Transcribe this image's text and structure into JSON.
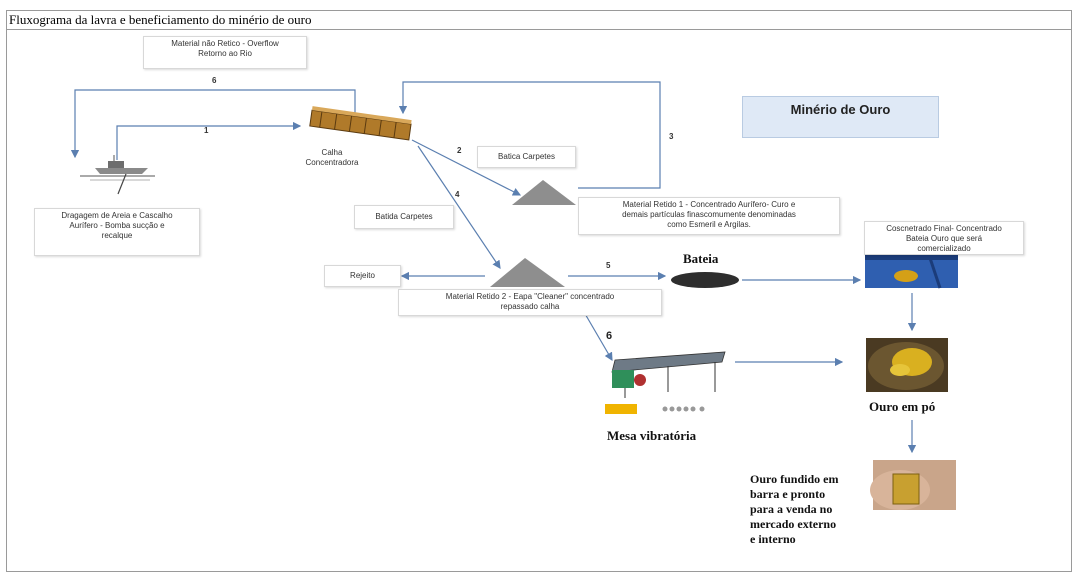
{
  "title": "Fluxograma da lavra e beneficiamento do minério de ouro",
  "heading": "Minério de Ouro",
  "boxes": {
    "overflow_line1": "Material não Retico - Overflow",
    "overflow_line2": "Retorno ao Rio",
    "dredge_line1": "Dragagem de Areia e Cascalho",
    "dredge_line2": "Aurífero - Bomba sucção e",
    "dredge_line3": "recalque",
    "calha_line1": "Calha",
    "calha_line2": "Concentradora",
    "batica": "Batica Carpetes",
    "batida": "Batida Carpetes",
    "retido1_line1": "Material Retido 1 - Concentrado Aurífero- Curo e",
    "retido1_line2": "demais partículas finascomumente denominadas",
    "retido1_line3": "como Esmeril e Argilas.",
    "rejeito": "Rejeito",
    "retido2_line1": "Material Retido 2 - Eapa \"Cleaner\" concentrado",
    "retido2_line2": "repassado calha",
    "final_line1": "Coscnetrado Final- Concentrado",
    "final_line2": "Bateia Ouro que será",
    "final_line3": "comercializado"
  },
  "numbers": {
    "n1": "1",
    "n2": "2",
    "n3": "3",
    "n4": "4",
    "n5": "5",
    "n6_top": "6",
    "n6_mid": "6"
  },
  "labels": {
    "bateia": "Bateia",
    "mesa": "Mesa vibratória",
    "ouro_po": "Ouro em pó",
    "fundido_1": "Ouro fundido em",
    "fundido_2": "barra e pronto",
    "fundido_3": "para a venda no",
    "fundido_4": "mercado externo",
    "fundido_5": "e interno"
  },
  "colors": {
    "arrow": "#5b7fb0",
    "heading_bg": "#dfe9f6",
    "gold": "#d4a017"
  }
}
